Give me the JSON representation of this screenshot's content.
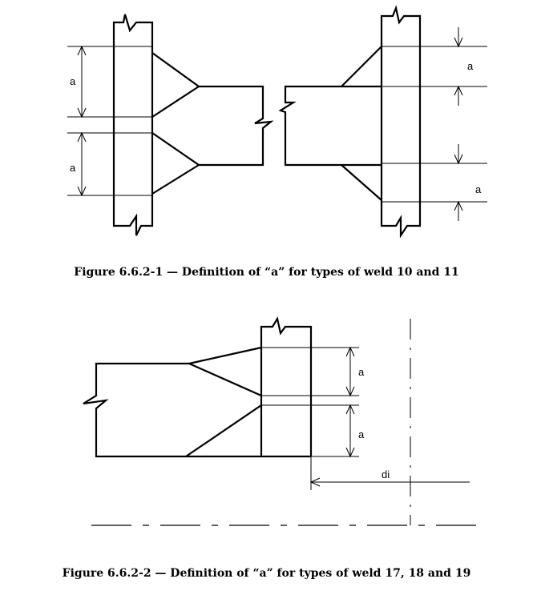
{
  "figure_1": {
    "caption": "Figure 6.6.2-1 — Definition of “a” for types of weld 10 and 11",
    "dim_labels": [
      "a",
      "a",
      "a",
      "a"
    ]
  },
  "figure_2": {
    "caption": "Figure 6.6.2-2 — Definition of “a” for types of weld 17, 18 and 19",
    "dim_labels": [
      "a",
      "a"
    ],
    "distance_label": "di"
  }
}
